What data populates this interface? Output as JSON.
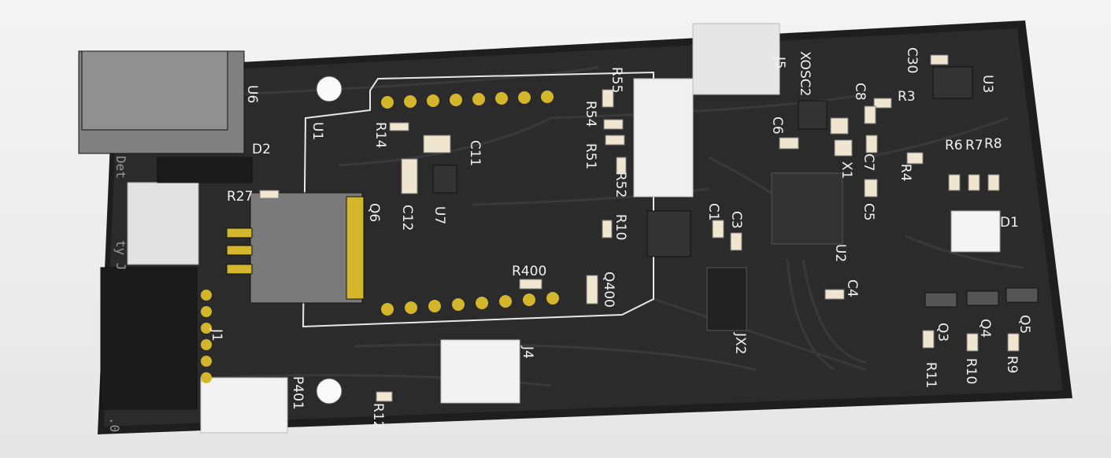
{
  "colors": {
    "board": "#2b2b2b",
    "trace": "#363636",
    "pad": "#d4b62c",
    "silk": "#f0f0f0",
    "body": "#3a3a3a",
    "connector": "#f2f2f2"
  },
  "silkscreen_text": [
    "Det",
    "ty J",
    ".0"
  ],
  "designators": [
    "U6",
    "D2",
    "R27",
    "U1",
    "R14",
    "C11",
    "C12",
    "U7",
    "Q6",
    "R55",
    "R54",
    "R51",
    "R52",
    "R10",
    "J5",
    "XOSC2",
    "C30",
    "U3",
    "C8",
    "R3",
    "C6",
    "X1",
    "C7",
    "C5",
    "C3",
    "C1",
    "U2",
    "C4",
    "R4",
    "R6",
    "R7",
    "R8",
    "D1",
    "R400",
    "Q400",
    "JX2",
    "J1",
    "J4",
    "P401",
    "R12",
    "Q3",
    "Q4",
    "Q5",
    "R11",
    "R10",
    "R9"
  ]
}
